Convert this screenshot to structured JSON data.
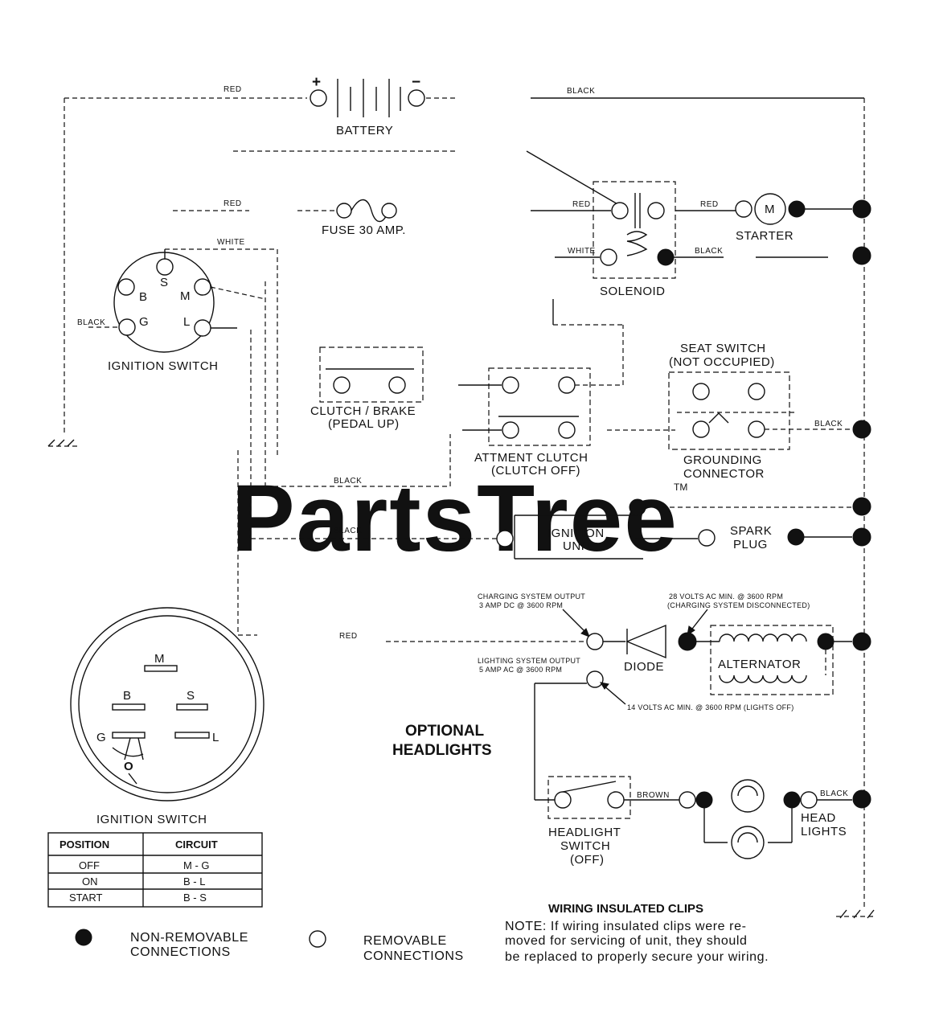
{
  "wire_colors": {
    "red": "RED",
    "black": "BLACK",
    "white": "WHITE",
    "brown": "BROWN"
  },
  "battery": {
    "label": "BATTERY",
    "plus": "+",
    "minus": "−"
  },
  "fuse": {
    "label": "FUSE 30 AMP."
  },
  "solenoid": {
    "label": "SOLENOID"
  },
  "starter": {
    "label": "STARTER",
    "motor": "M"
  },
  "ignition_switch": {
    "label": "IGNITION SWITCH",
    "terminals": [
      "S",
      "B",
      "M",
      "G",
      "L"
    ]
  },
  "clutch_brake": {
    "line1": "CLUTCH / BRAKE",
    "line2": "(PEDAL UP)"
  },
  "attachment_clutch": {
    "line1": "ATTMENT CLUTCH",
    "line2": "(CLUTCH OFF)"
  },
  "seat_switch": {
    "line1": "SEAT SWITCH",
    "line2": "(NOT OCCUPIED)"
  },
  "grounding_connector": {
    "line1": "GROUNDING",
    "line2": "CONNECTOR"
  },
  "ignition_unit": {
    "line1": "IGNITION",
    "line2": "UNIT"
  },
  "spark_plug": {
    "line1": "SPARK",
    "line2": "PLUG"
  },
  "charging": {
    "output_line1": "CHARGING SYSTEM OUTPUT",
    "output_line2": "3 AMP DC @ 3600 RPM",
    "volts_line1": "28 VOLTS AC MIN. @ 3600 RPM",
    "volts_line2": "(CHARGING SYSTEM DISCONNECTED)",
    "lighting_line1": "LIGHTING SYSTEM OUTPUT",
    "lighting_line2": "5 AMP AC @ 3600 RPM",
    "lights_off": "14 VOLTS AC MIN. @ 3600 RPM (LIGHTS OFF)"
  },
  "diode": {
    "label": "DIODE"
  },
  "alternator": {
    "label": "ALTERNATOR"
  },
  "optional_headlights": {
    "line1": "OPTIONAL",
    "line2": "HEADLIGHTS"
  },
  "headlight_switch": {
    "line1": "HEADLIGHT",
    "line2": "SWITCH",
    "line3": "(OFF)"
  },
  "head_lights": {
    "line1": "HEAD",
    "line2": "LIGHTS"
  },
  "ignition_switch_detail": {
    "title": "IGNITION SWITCH",
    "terminals": [
      "M",
      "B",
      "S",
      "G",
      "L",
      "O"
    ],
    "table": {
      "headers": [
        "POSITION",
        "CIRCUIT"
      ],
      "rows": [
        [
          "OFF",
          "M - G"
        ],
        [
          "ON",
          "B - L"
        ],
        [
          "START",
          "B - S"
        ]
      ]
    }
  },
  "legend": {
    "non_removable_line1": "NON-REMOVABLE",
    "non_removable_line2": "CONNECTIONS",
    "removable_line1": "REMOVABLE",
    "removable_line2": "CONNECTIONS"
  },
  "clips_note": {
    "title": "WIRING INSULATED CLIPS",
    "line1": "NOTE: If wiring insulated clips were re-",
    "line2": "moved for servicing of unit, they should",
    "line3": "be replaced to properly secure your wiring."
  },
  "watermark": {
    "text": "PartsTree",
    "tm": "TM"
  }
}
